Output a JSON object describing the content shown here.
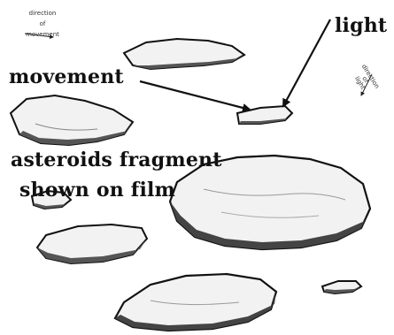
{
  "labels": {
    "light": "light",
    "movement": "movement",
    "fragment_line1": "asteroids fragment",
    "fragment_line2": "shown on film"
  },
  "legend_movement": {
    "line1": "direction",
    "line2": "of",
    "line3": "movement"
  },
  "legend_light": {
    "line1": "direction",
    "line2": "of",
    "line3": "light"
  },
  "colors": {
    "ink": "#111111",
    "rock_fill": "#f2f2f2",
    "rock_shade": "#444444",
    "background": "#ffffff"
  }
}
